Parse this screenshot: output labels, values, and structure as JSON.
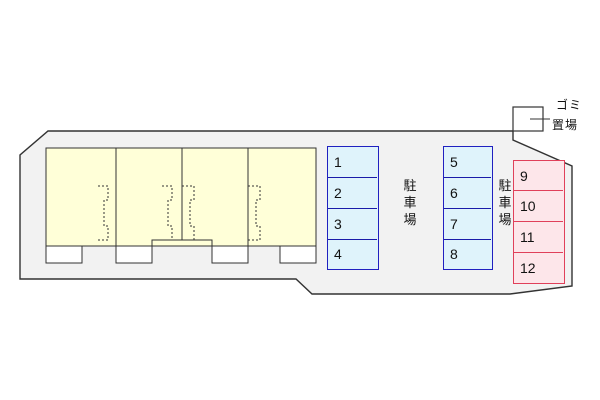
{
  "parking_left": {
    "label": "駐車場",
    "slots": [
      "1",
      "2",
      "3",
      "4"
    ]
  },
  "parking_right": {
    "label": "駐車場",
    "slots": [
      "5",
      "6",
      "7",
      "8"
    ]
  },
  "parking_extra": {
    "slots": [
      "9",
      "10",
      "11",
      "12"
    ]
  },
  "garbage": {
    "line1": "ゴミ",
    "line2": "置場"
  },
  "colors": {
    "unit_fill": "#ffffd8",
    "parking_blue_fill": "#dff3fb",
    "parking_blue_stroke": "#2020c0",
    "parking_red_fill": "#fde6ea",
    "parking_red_stroke": "#e0405a",
    "site_fill": "#f2f2f2"
  }
}
